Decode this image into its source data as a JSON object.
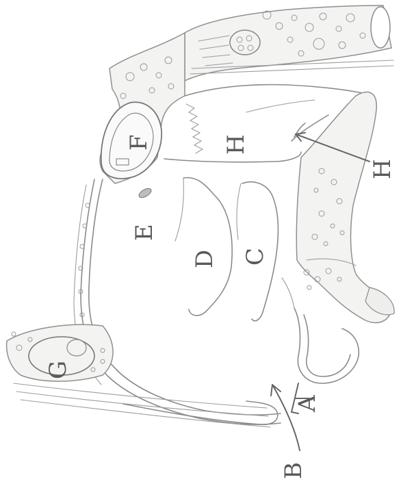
{
  "labels": {
    "A": "A",
    "B": "B",
    "C": "C",
    "D": "D",
    "E": "E",
    "F": "F",
    "G": "G",
    "H_cavity": "H",
    "H_pointer": "H"
  }
}
